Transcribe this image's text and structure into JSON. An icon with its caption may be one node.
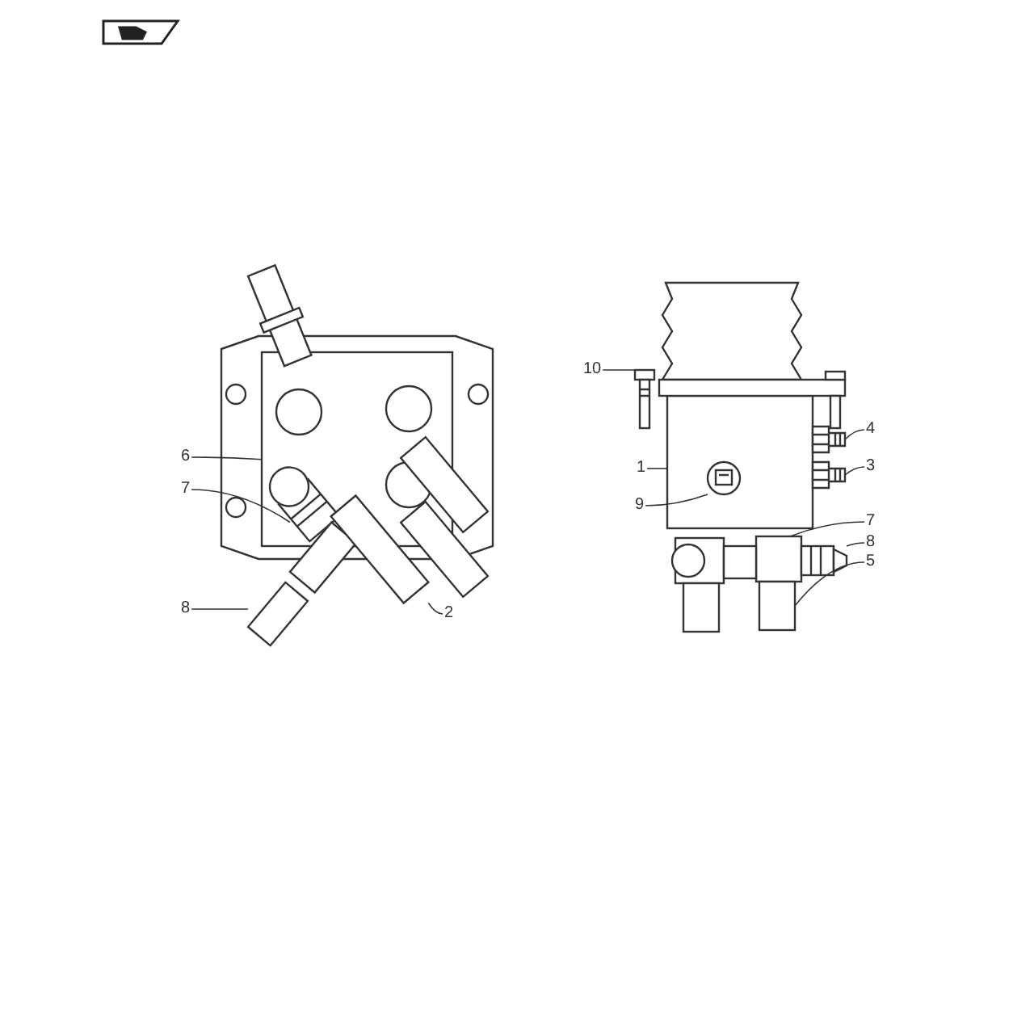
{
  "diagram": {
    "nodes": [
      {
        "text": [
          "6"
        ]
      },
      {
        "text": [
          "7"
        ]
      },
      {
        "text": [
          "8"
        ]
      },
      {
        "text": [
          "2"
        ]
      },
      {
        "text": [
          "10"
        ]
      },
      {
        "text": [
          "1"
        ]
      },
      {
        "text": [
          "9"
        ]
      },
      {
        "text": [
          "4"
        ]
      },
      {
        "text": [
          "3"
        ]
      },
      {
        "text": [
          "7"
        ]
      },
      {
        "text": [
          "8"
        ]
      },
      {
        "text": [
          "5"
        ]
      },
      {
        "text": [],
        "shape": "picture"
      },
      {
        "text": [],
        "shape": "box"
      },
      {
        "text": [],
        "shape": "box"
      },
      {
        "text": [],
        "shape": "box"
      },
      {
        "text": [],
        "shape": "picture"
      },
      {
        "text": [],
        "shape": "box"
      },
      {
        "text": [],
        "shape": "picture",
        "in": 17
      },
      {
        "text": [],
        "shape": "picture"
      },
      {
        "text": [],
        "shape": "picture"
      },
      {
        "text": [],
        "shape": "box"
      },
      {
        "text": [],
        "shape": "picture"
      },
      {
        "text": [],
        "shape": "box"
      }
    ],
    "edges": [
      {
        "from": 0,
        "to": 12,
        "arrow": "none"
      },
      {
        "from": 1,
        "to": 13,
        "arrow": "none"
      },
      {
        "from": 2,
        "to": 14,
        "arrow": "none"
      },
      {
        "from": 3,
        "to": 15,
        "arrow": "none"
      },
      {
        "from": 4,
        "to": 16,
        "arrow": "none"
      },
      {
        "from": 5,
        "to": 17,
        "arrow": "none"
      },
      {
        "from": 6,
        "to": 18,
        "arrow": "none"
      },
      {
        "from": 7,
        "to": 19,
        "arrow": "none"
      },
      {
        "from": 8,
        "to": 20,
        "arrow": "none"
      },
      {
        "from": 9,
        "to": 21,
        "arrow": "none"
      },
      {
        "from": 10,
        "to": 22,
        "arrow": "none"
      },
      {
        "from": 11,
        "to": 23,
        "arrow": "none"
      }
    ]
  }
}
